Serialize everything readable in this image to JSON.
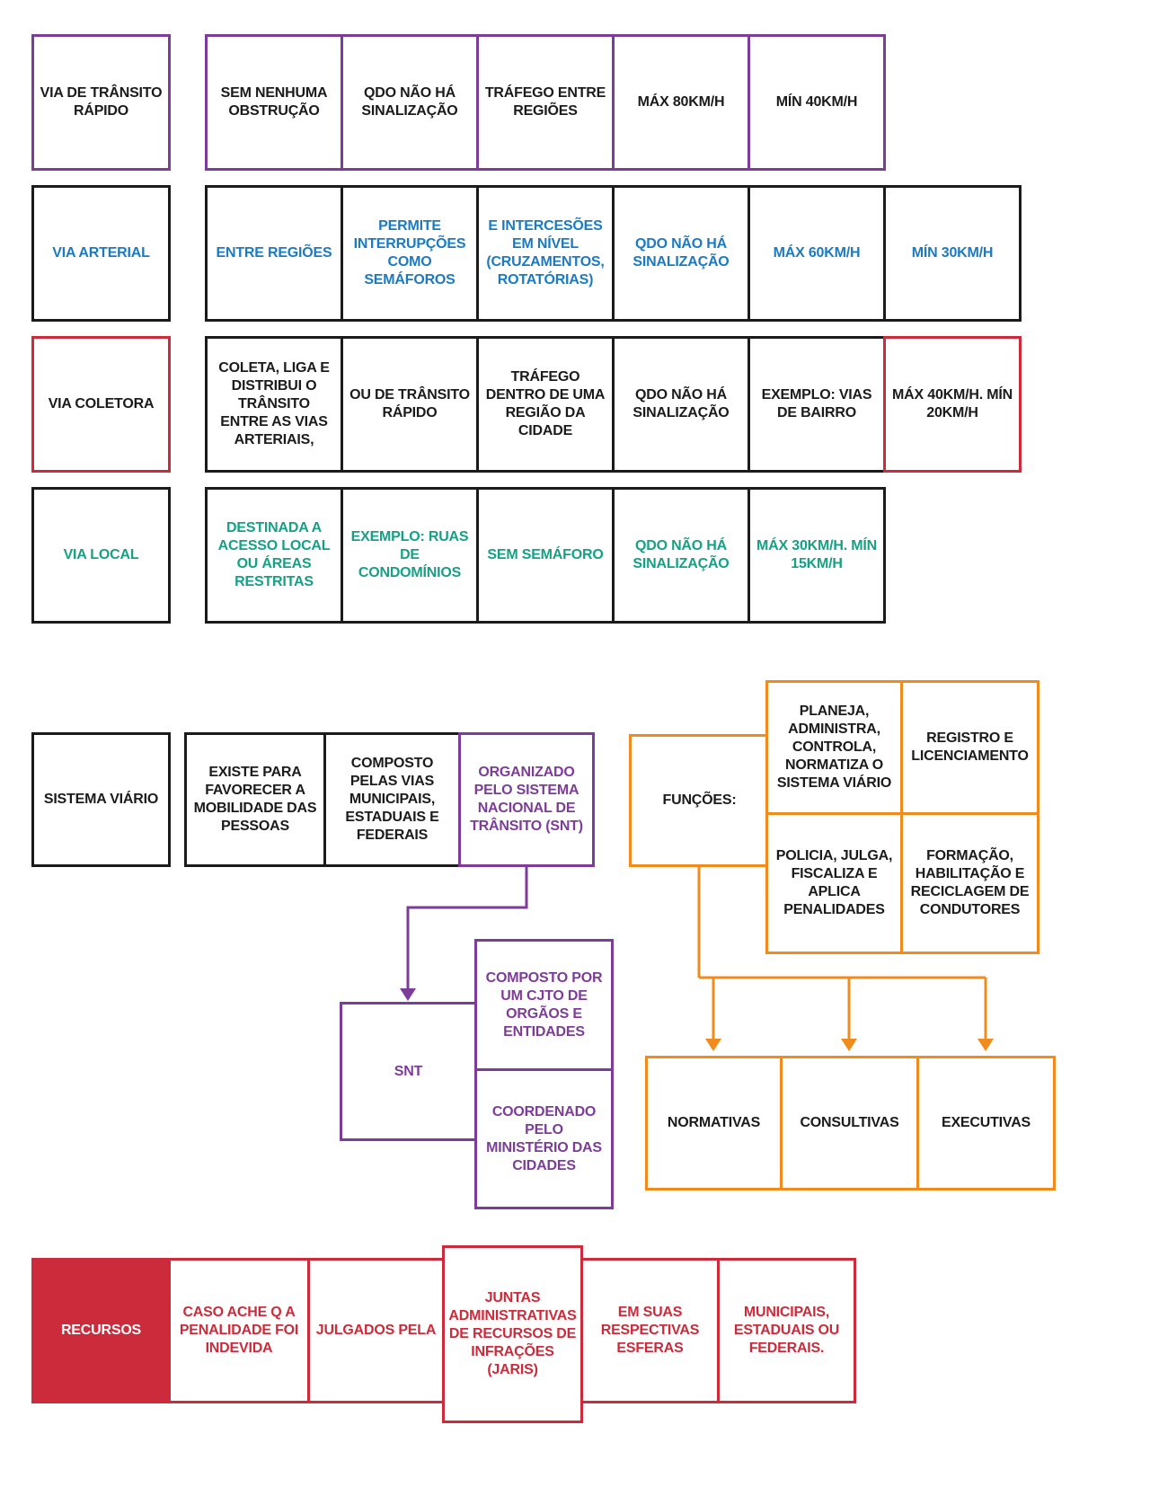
{
  "palette": {
    "purple": "#7d3c98",
    "blue": "#1c7ac0",
    "red": "#cb2b3a",
    "teal": "#16a085",
    "orange": "#f08c1e",
    "text": "#1b1b1b",
    "background": "#ffffff"
  },
  "roads": [
    {
      "header": "VIA DE TRÂNSITO RÁPIDO",
      "cells": [
        "SEM NENHUMA OBSTRUÇÃO",
        "QDO NÃO HÁ SINALIZAÇÃO",
        "TRÁFEGO ENTRE REGIÕES",
        "MÁX 80KM/H",
        "MÍN 40KM/H"
      ]
    },
    {
      "header": "VIA ARTERIAL",
      "cells": [
        "ENTRE REGIÕES",
        "PERMITE INTERRUPÇÕES COMO SEMÁFOROS",
        "E INTERCESÕES EM NÍVEL (CRUZAMENTOS, ROTATÓRIAS)",
        "QDO NÃO HÁ SINALIZAÇÃO",
        "MÁX 60KM/H",
        "MÍN 30KM/H"
      ]
    },
    {
      "header": "VIA COLETORA",
      "cells": [
        "COLETA, LIGA E DISTRIBUI O TRÂNSITO ENTRE AS VIAS ARTERIAIS,",
        "OU DE TRÂNSITO RÁPIDO",
        "TRÁFEGO DENTRO DE UMA REGIÃO DA CIDADE",
        "QDO NÃO HÁ SINALIZAÇÃO",
        "EXEMPLO: VIAS DE BAIRRO",
        "MÁX 40KM/H. MÍN 20KM/H"
      ]
    },
    {
      "header": "VIA LOCAL",
      "cells": [
        "DESTINADA A ACESSO LOCAL OU ÁREAS RESTRITAS",
        "EXEMPLO: RUAS DE CONDOMÍNIOS",
        "SEM SEMÁFORO",
        "QDO NÃO HÁ SINALIZAÇÃO",
        "MÁX 30KM/H. MÍN 15KM/H"
      ]
    }
  ],
  "sistema": {
    "header": "SISTEMA VIÁRIO",
    "cells": [
      "EXISTE PARA FAVORECER A MOBILIDADE DAS PESSOAS",
      "COMPOSTO PELAS VIAS MUNICIPAIS, ESTADUAIS E FEDERAIS",
      "ORGANIZADO PELO SISTEMA NACIONAL DE TRÂNSITO (SNT)"
    ]
  },
  "funcoes": {
    "label": "FUNÇÕES:",
    "grid": [
      "PLANEJA, ADMINISTRA, CONTROLA, NORMATIZA O SISTEMA VIÁRIO",
      "REGISTRO E LICENCIAMENTO",
      "POLICIA, JULGA, FISCALIZA E APLICA PENALIDADES",
      "FORMAÇÃO, HABILITAÇÃO E RECICLAGEM DE CONDUTORES"
    ],
    "branches": [
      "NORMATIVAS",
      "CONSULTIVAS",
      "EXECUTIVAS"
    ]
  },
  "snt": {
    "label": "SNT",
    "notes": [
      "COMPOSTO POR UM CJTO DE ORGÃOS E ENTIDADES",
      "COORDENADO PELO MINISTÉRIO DAS CIDADES"
    ]
  },
  "recursos": {
    "header": "RECURSOS",
    "cells": [
      "CASO ACHE Q A PENALIDADE FOI INDEVIDA",
      "JULGADOS PELA",
      "JUNTAS ADMINISTRATIVAS DE RECURSOS DE INFRAÇÕES (JARIS)",
      "EM SUAS RESPECTIVAS ESFERAS",
      "MUNICIPAIS, ESTADUAIS OU FEDERAIS."
    ]
  }
}
